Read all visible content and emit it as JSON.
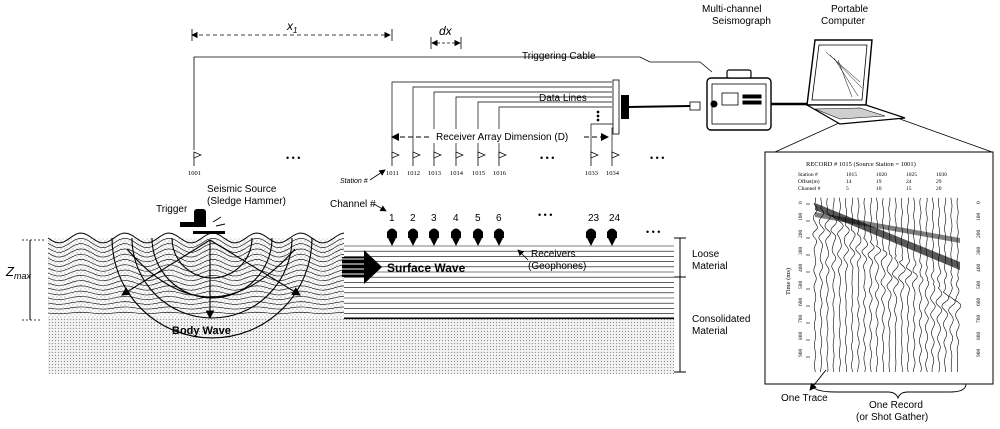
{
  "labels": {
    "x1": "x",
    "x1_sub": "1",
    "dx": "dx",
    "triggering_cable": "Triggering Cable",
    "seismograph_line1": "Multi-channel",
    "seismograph_line2": "Seismograph",
    "computer_line1": "Portable",
    "computer_line2": "Computer",
    "data_lines": "Data Lines",
    "receiver_array": "Receiver Array Dimension (D)",
    "station_label": "Station #",
    "channel_label": "Channel #",
    "trigger": "Trigger",
    "seismic_source_line1": "Seismic Source",
    "seismic_source_line2": "(Sledge Hammer)",
    "zmax": "Z",
    "zmax_sub": "max",
    "surface_wave": "Surface Wave",
    "body_wave": "Body Wave",
    "receivers_line1": "Receivers",
    "receivers_line2": "(Geophones)",
    "loose_line1": "Loose",
    "loose_line2": "Material",
    "consolidated_line1": "Consolidated",
    "consolidated_line2": "Material",
    "one_trace": "One Trace",
    "one_record_line1": "One Record",
    "one_record_line2": "(or Shot Gather)",
    "ellipsis": "• • •"
  },
  "stations": {
    "source": "1001",
    "list": [
      "1011",
      "1012",
      "1013",
      "1014",
      "1015",
      "1016",
      "1033",
      "1034"
    ]
  },
  "channels": [
    "1",
    "2",
    "3",
    "4",
    "5",
    "6",
    "23",
    "24"
  ],
  "record": {
    "title": "RECORD # 1015 (Source Station = 1001)",
    "row_labels": [
      "Station #",
      "Offset(m)",
      "Channel #"
    ],
    "columns": [
      [
        "1015",
        "14",
        "5"
      ],
      [
        "1020",
        "19",
        "10"
      ],
      [
        "1025",
        "24",
        "15"
      ],
      [
        "1030",
        "29",
        "20"
      ]
    ],
    "time_axis_label": "Time (ms)",
    "time_ticks": [
      "0",
      "100",
      "200",
      "300",
      "400",
      "500",
      "600",
      "700",
      "800",
      "900"
    ],
    "right_ticks": [
      "0",
      "100",
      "200",
      "300",
      "400",
      "500",
      "600",
      "700",
      "800",
      "900"
    ]
  },
  "colors": {
    "ink": "#000000",
    "ground_stipple": "#d9d9d9",
    "ground_deep": "#e6e6e6"
  }
}
